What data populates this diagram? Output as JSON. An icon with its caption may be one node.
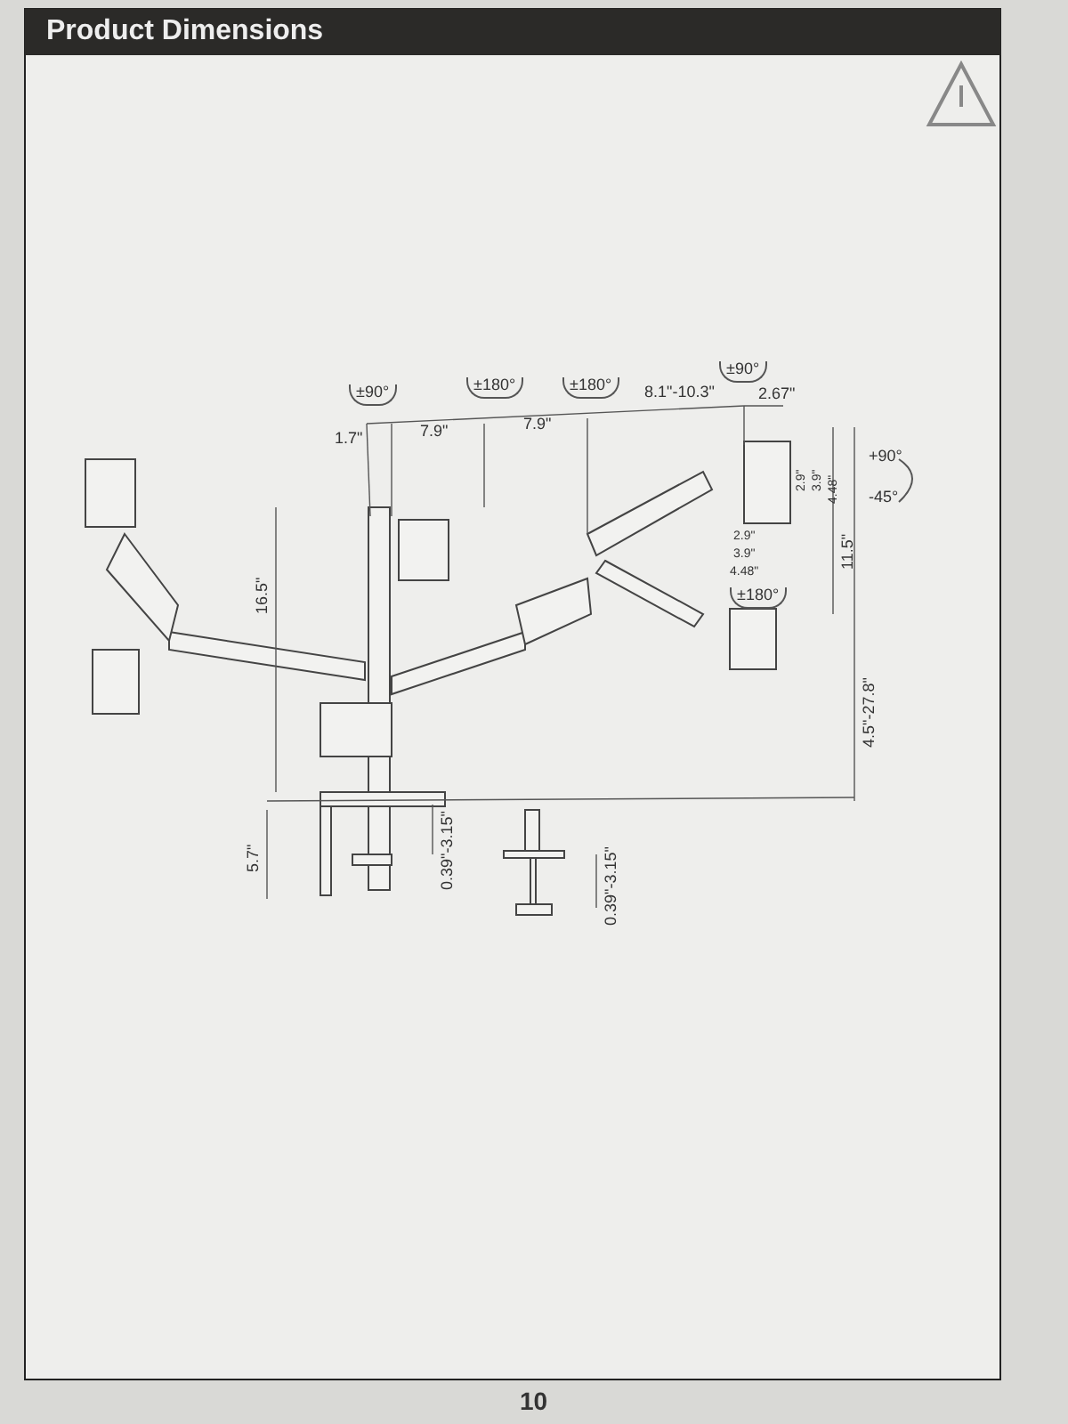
{
  "diagram": {
    "title": "Product Dimensions",
    "labels": [
      "±90°",
      "±180°",
      "±180°",
      "±90°",
      "1.7\"",
      "7.9\"",
      "7.9\"",
      "8.1\"-10.3\"",
      "2.67\"",
      "+90°",
      "-45°",
      "2.9\"",
      "3.9\"",
      "4.48\"",
      "16.5\"",
      "2.9\"",
      "3.9\"",
      "4.48\"",
      "11.5\"",
      "±180°",
      "4.5\"-27.8\"",
      "5.7\"",
      "0.39\"-3.15\"",
      "0.39\"-3.15\"",
      "10"
    ]
  }
}
